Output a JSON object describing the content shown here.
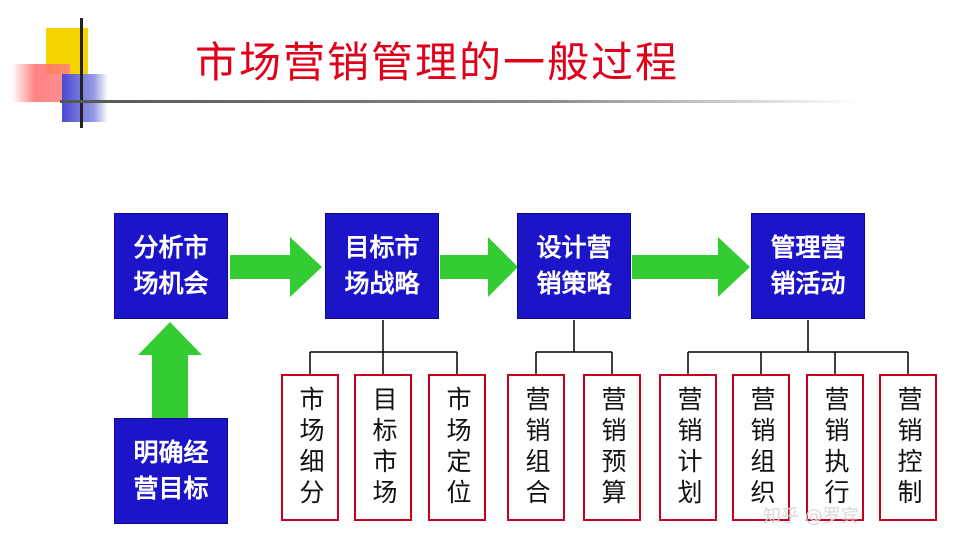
{
  "title": "市场营销管理的一般过程",
  "main_steps": [
    {
      "label": "分析市场机会"
    },
    {
      "label": "目标市场战略"
    },
    {
      "label": "设计营销策略"
    },
    {
      "label": "管理营销活动"
    }
  ],
  "input_step": {
    "label": "明确经营目标"
  },
  "sub_groups": [
    {
      "parent": "目标市场战略",
      "items": [
        "市场细分",
        "目标市场",
        "市场定位"
      ]
    },
    {
      "parent": "设计营销策略",
      "items": [
        "营销组合",
        "营销预算"
      ]
    },
    {
      "parent": "管理营销活动",
      "items": [
        "营销计划",
        "营销组织",
        "营销执行",
        "营销控制"
      ]
    }
  ],
  "watermark": "知乎 @罗宾",
  "colors": {
    "box": "#1c14c8",
    "arrow": "#33cc33",
    "title": "#e0001a",
    "sub_border": "#c8001e"
  }
}
